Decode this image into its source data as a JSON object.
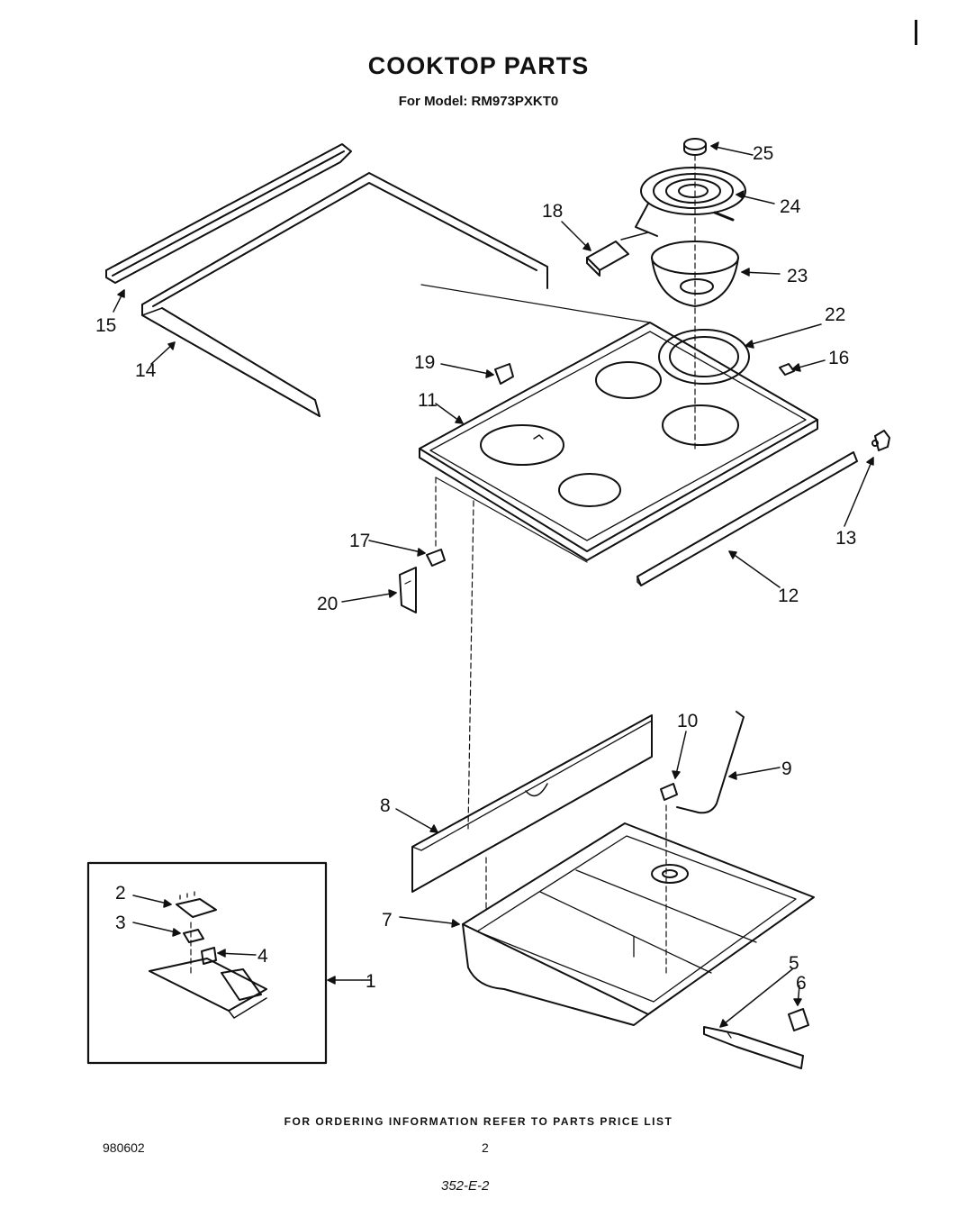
{
  "header": {
    "title": "COOKTOP PARTS",
    "model_line": "For Model: RM973PXKT0"
  },
  "callouts": [
    {
      "id": "c1",
      "label": "1"
    },
    {
      "id": "c2",
      "label": "2"
    },
    {
      "id": "c3",
      "label": "3"
    },
    {
      "id": "c4",
      "label": "4"
    },
    {
      "id": "c5",
      "label": "5"
    },
    {
      "id": "c6",
      "label": "6"
    },
    {
      "id": "c7",
      "label": "7"
    },
    {
      "id": "c8",
      "label": "8"
    },
    {
      "id": "c9",
      "label": "9"
    },
    {
      "id": "c10",
      "label": "10"
    },
    {
      "id": "c11",
      "label": "11"
    },
    {
      "id": "c12",
      "label": "12"
    },
    {
      "id": "c13",
      "label": "13"
    },
    {
      "id": "c14",
      "label": "14"
    },
    {
      "id": "c15",
      "label": "15"
    },
    {
      "id": "c16",
      "label": "16"
    },
    {
      "id": "c17",
      "label": "17"
    },
    {
      "id": "c18",
      "label": "18"
    },
    {
      "id": "c19",
      "label": "19"
    },
    {
      "id": "c20",
      "label": "20"
    },
    {
      "id": "c22",
      "label": "22"
    },
    {
      "id": "c23",
      "label": "23"
    },
    {
      "id": "c24",
      "label": "24"
    },
    {
      "id": "c25",
      "label": "25"
    }
  ],
  "footer": {
    "ordering_note": "FOR ORDERING INFORMATION REFER TO PARTS PRICE LIST",
    "doc_code": "980602",
    "page_number": "2",
    "sheet_ref": "352-E-2"
  }
}
